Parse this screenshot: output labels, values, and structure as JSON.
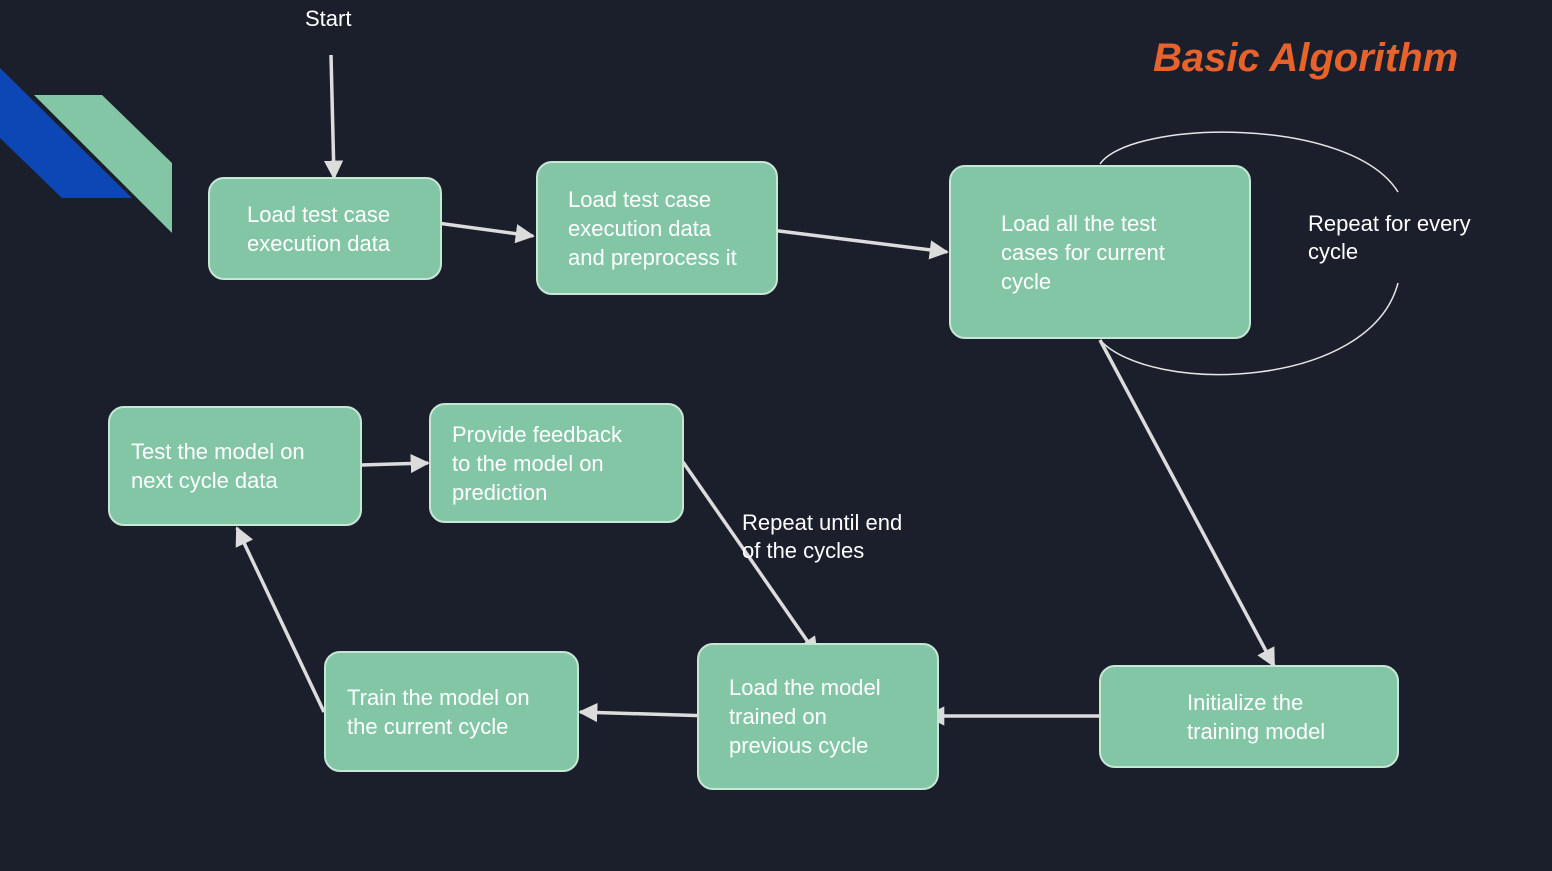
{
  "title": "Basic Algorithm",
  "colors": {
    "background": "#1b1f2b",
    "node_fill": "#83c6a6",
    "node_border": "#c7e6d6",
    "title": "#e8622c",
    "arrow": "#dcdcdc",
    "accent_blue": "#0d47b5",
    "accent_green": "#83c6a6"
  },
  "labels": {
    "start": "Start",
    "repeat_every_cycle": "Repeat for every\ncycle",
    "repeat_until_end": "Repeat until end\nof the cycles"
  },
  "nodes": {
    "load_data": "Load test case\nexecution data",
    "preprocess": "Load test case\nexecution data\nand preprocess it",
    "load_cycle": "Load all the test\ncases for current\ncycle",
    "init_model": "Initialize the\ntraining model",
    "load_prev": "Load the model\ntrained on\nprevious cycle",
    "train_current": "Train the model on\nthe current cycle",
    "test_next": "Test the model on\nnext cycle data",
    "feedback": "Provide feedback\nto the model on\nprediction"
  }
}
